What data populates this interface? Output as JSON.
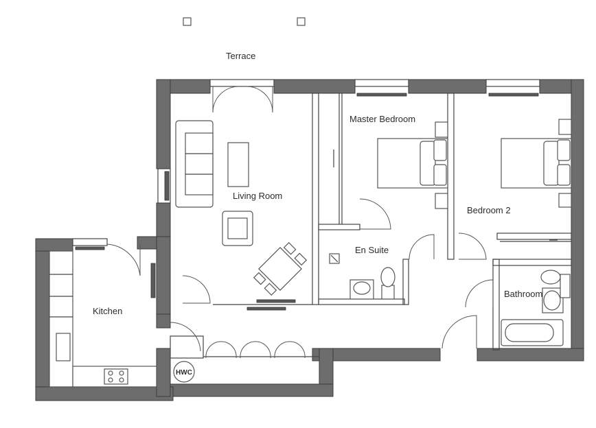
{
  "rooms": {
    "terrace": "Terrace",
    "living_room": "Living Room",
    "master_bedroom": "Master Bedroom",
    "bedroom_2": "Bedroom 2",
    "en_suite": "En Suite",
    "kitchen": "Kitchen",
    "bathroom": "Bathroom"
  },
  "fixtures": {
    "hwc": "HWC"
  },
  "colors": {
    "wall": "#6d6d6d",
    "line": "#444444",
    "background": "#ffffff"
  }
}
